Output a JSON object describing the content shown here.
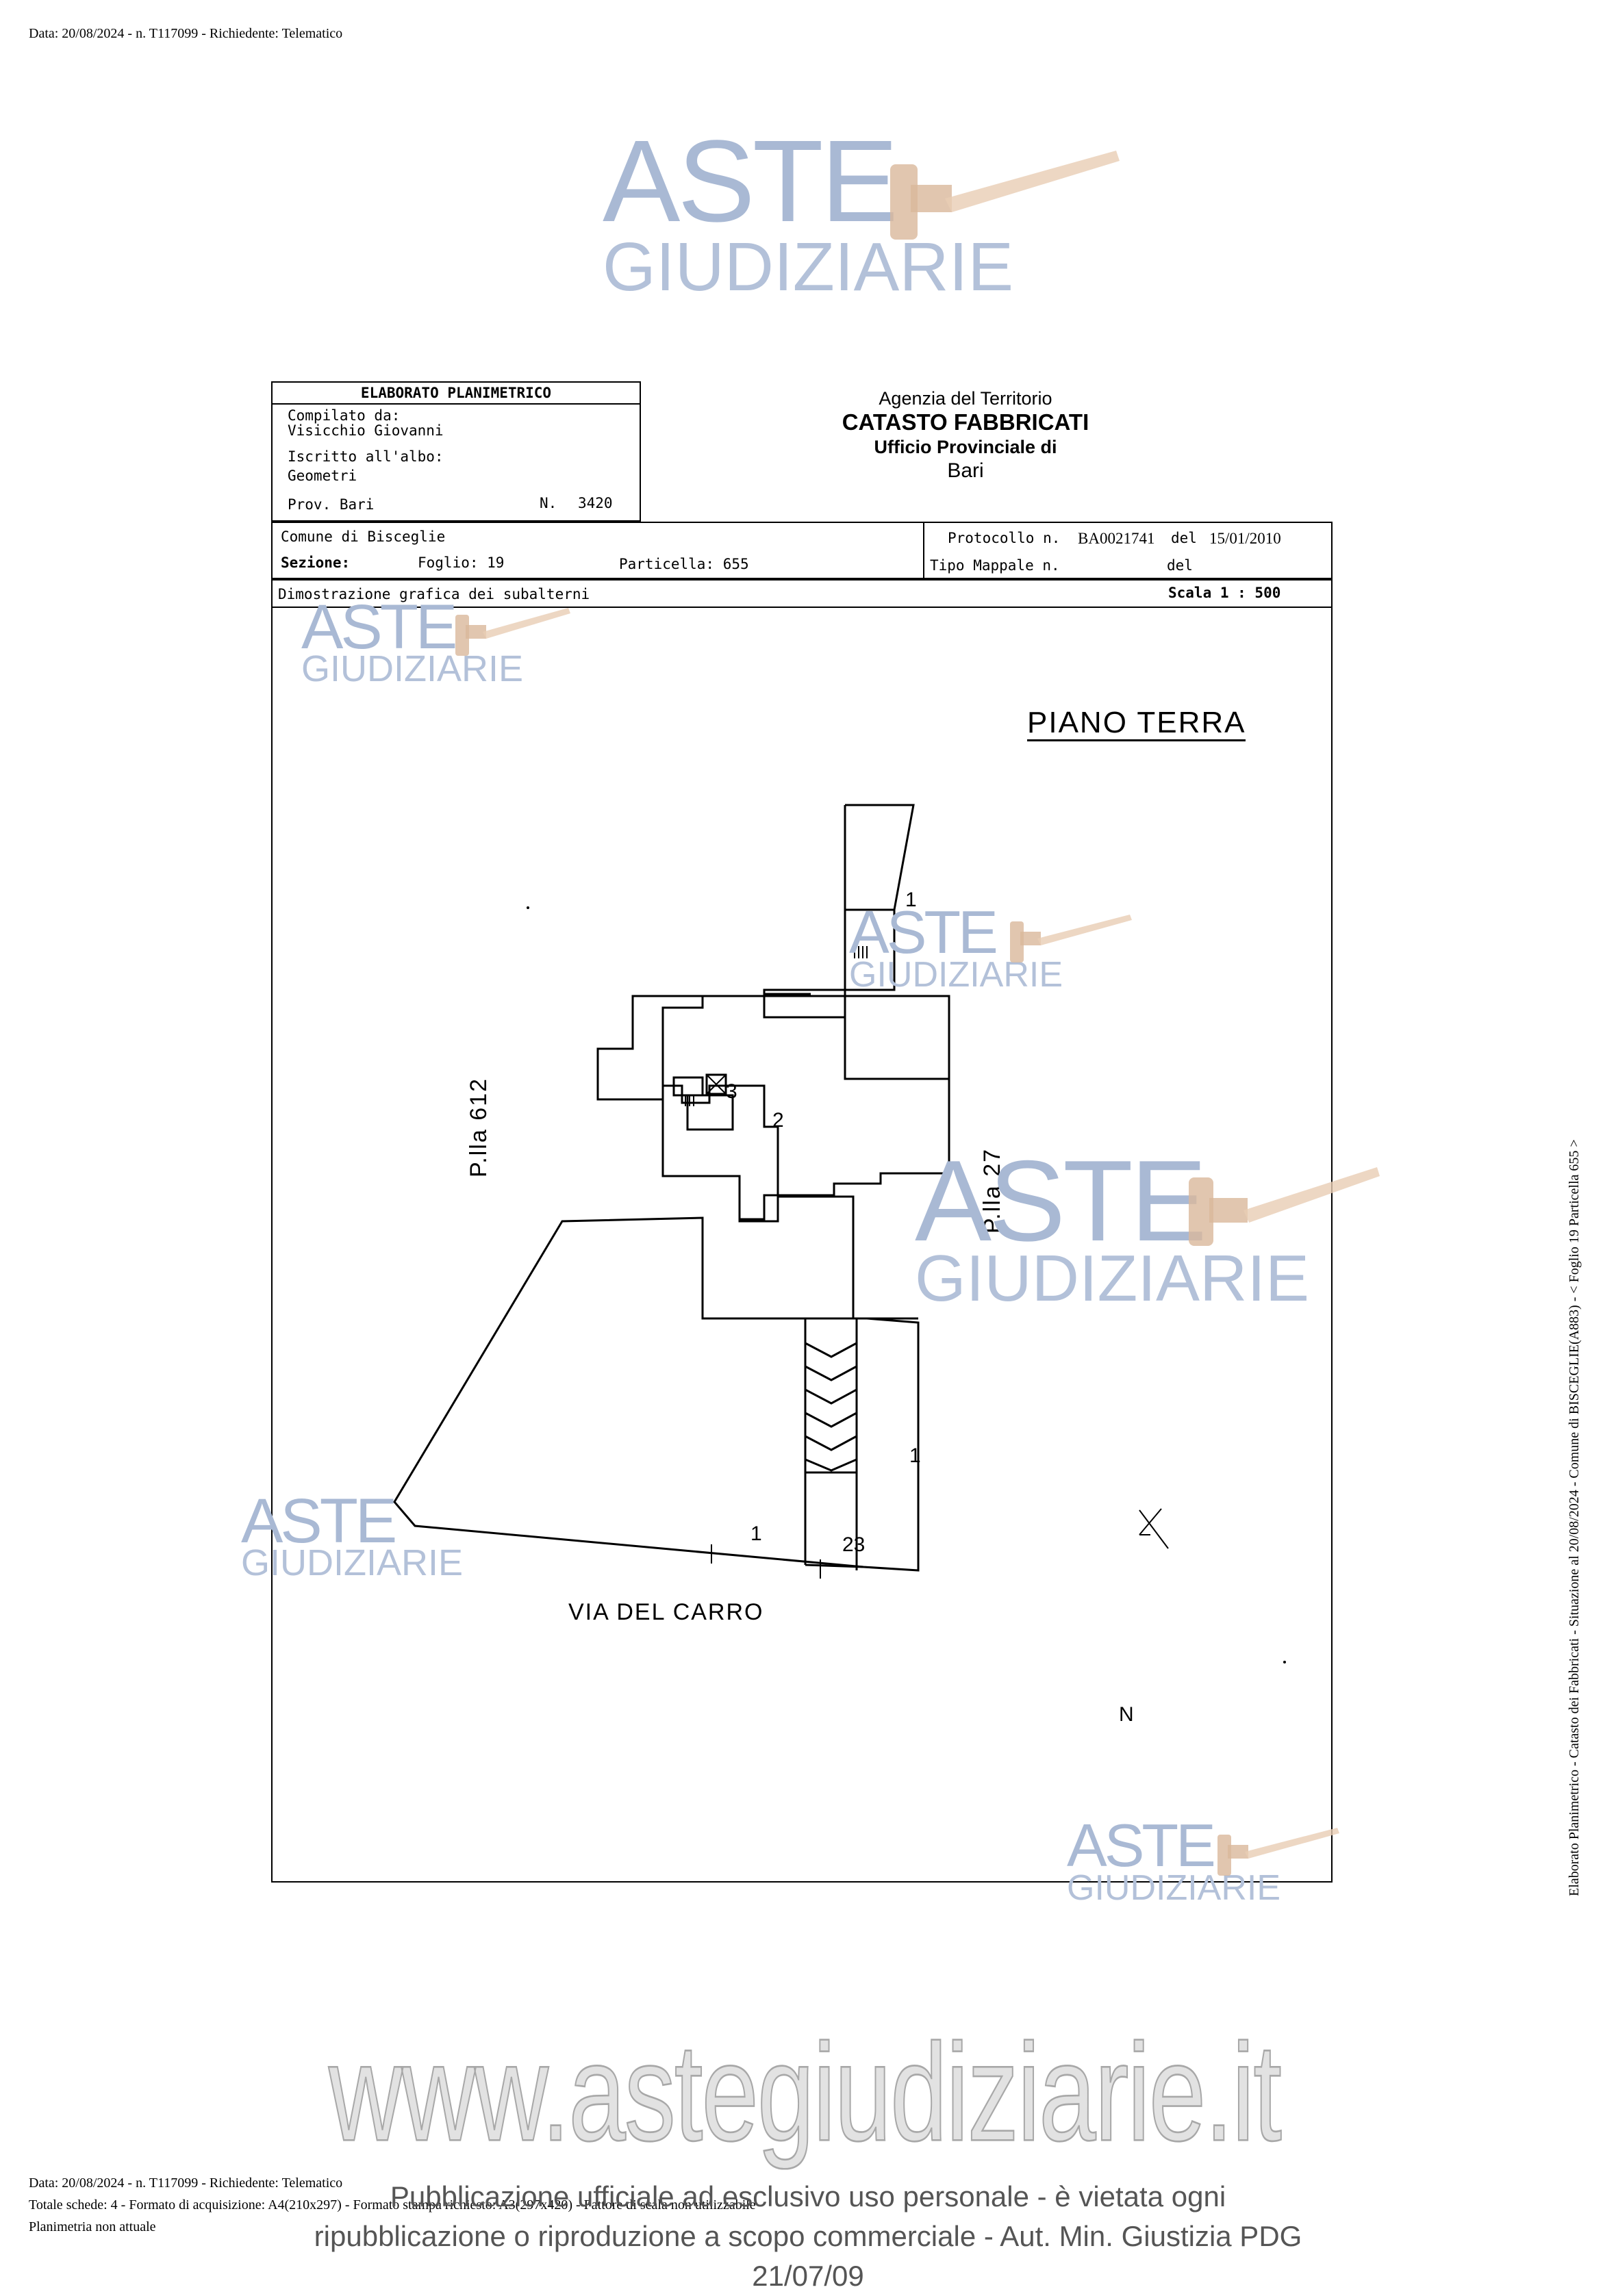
{
  "header_top": "Data: 20/08/2024 - n. T117099 - Richiedente: Telematico",
  "watermark": {
    "line1": "ASTE",
    "line2": "GIUDIZIARIE"
  },
  "form": {
    "title": "ELABORATO PLANIMETRICO",
    "compilato_label": "Compilato da:",
    "compilato_value": "Visicchio Giovanni",
    "iscritto_label": "Iscritto all'albo:",
    "iscritto_value": "Geometri",
    "prov_label": "Prov. Bari",
    "n_label": "N.",
    "n_value": "3420"
  },
  "agency": {
    "line1": "Agenzia del Territorio",
    "line2": "CATASTO FABBRICATI",
    "line3": "Ufficio Provinciale di",
    "line4": "Bari"
  },
  "info": {
    "comune": "Comune di Bisceglie",
    "sezione": "Sezione:",
    "foglio": "Foglio: 19",
    "particella": "Particella: 655",
    "protocollo_label": "Protocollo n.",
    "protocollo_value": "BA0021741",
    "del_label": "del",
    "protocollo_date": "15/01/2010",
    "tipo_mappale": "Tipo Mappale n.",
    "del2": "del",
    "dimostrazione": "Dimostrazione grafica dei subalterni",
    "scala": "Scala 1 : 500"
  },
  "plan": {
    "title": "PIANO TERRA",
    "street": "VIA DEL CARRO",
    "left_parcel": "P.lla 612",
    "right_parcel": "P.lla 27",
    "north": "N",
    "labels": [
      "1",
      "3",
      "2",
      "1",
      "1",
      "23"
    ]
  },
  "side_text": "Elaborato Planimetrico - Catasto dei Fabbricati - Situazione al 20/08/2024 - Comune di BISCEGLIE(A883) - < Foglio 19 Particella 655 >",
  "website": "www.astegiudiziarie.it",
  "footer": {
    "line1": "Data: 20/08/2024 - n. T117099 - Richiedente: Telematico",
    "line2": "Totale schede: 4 - Formato di acquisizione: A4(210x297)  - Formato stampa richiesto: A3(297x420) - Fattore di scala non utilizzabile",
    "line3": "Planimetria non attuale"
  },
  "publication": {
    "line1": "Pubblicazione ufficiale ad esclusivo uso personale - è vietata ogni",
    "line2": "ripubblicazione o riproduzione a scopo commerciale - Aut. Min. Giustizia PDG 21/07/09"
  }
}
